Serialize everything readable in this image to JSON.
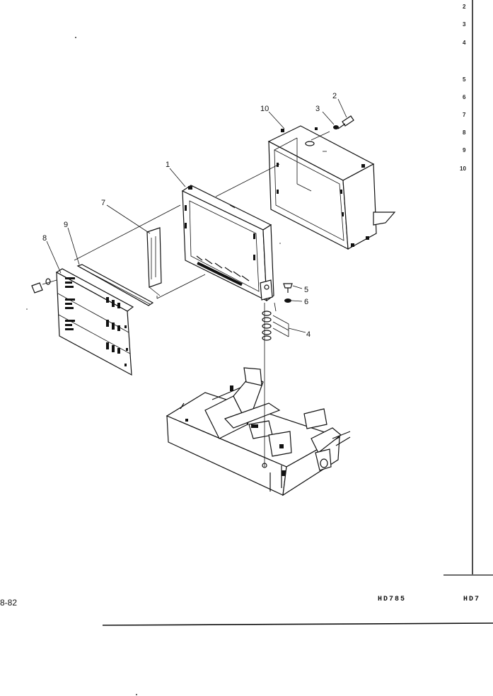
{
  "callouts": [
    "1",
    "2",
    "3",
    "4",
    "5",
    "6",
    "7",
    "8",
    "9",
    "10"
  ],
  "side_index": [
    "2",
    "3",
    "4",
    "5",
    "6",
    "7",
    "8",
    "9",
    "10"
  ],
  "footer": {
    "page": "8-82",
    "model_center": "HD785",
    "model_right": "HD7"
  }
}
